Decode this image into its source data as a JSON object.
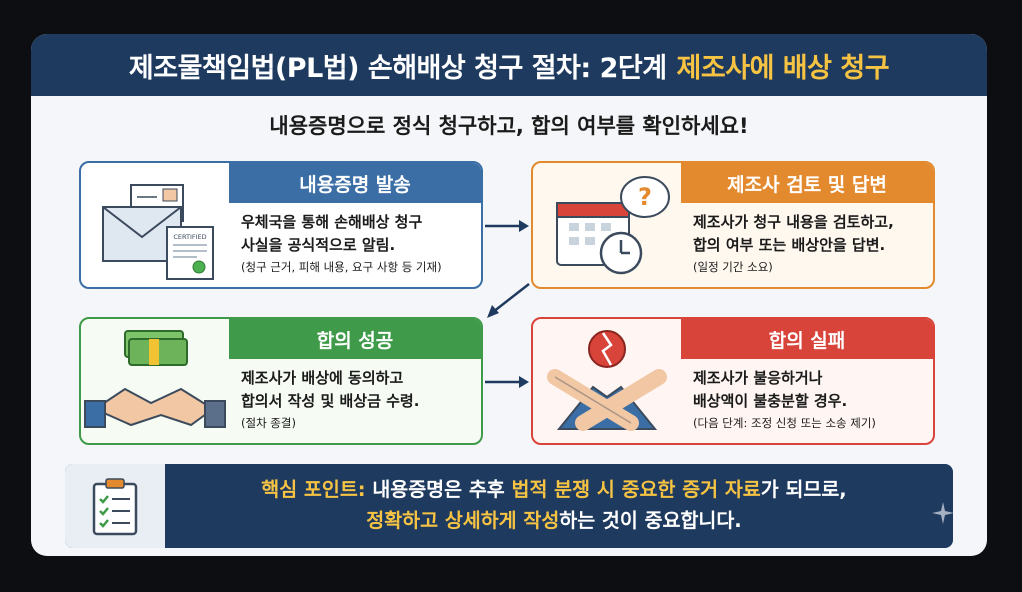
{
  "title": {
    "main": "제조물책임법(PL법) 손해배상 청구 절차: 2단계",
    "highlight": "제조사에 배상 청구"
  },
  "subtitle": "내용증명으로 정식 청구하고, 합의 여부를 확인하세요!",
  "steps": [
    {
      "heading": "내용증명 발송",
      "line1": "우체국을 통해 손해배상 청구",
      "line2": "사실을 공식적으로 알림.",
      "note": "(청구 근거, 피해 내용, 요구 사항 등 기재)",
      "certified_label": "CERTIFIED",
      "color": "#3a6ea5",
      "icon": "envelope-certified-icon"
    },
    {
      "heading": "제조사 검토 및 답변",
      "line1": "제조사가 청구 내용을 검토하고,",
      "line2": "합의 여부 또는 배상안을 답변.",
      "note": "(일정 기간 소요)",
      "color": "#e38a2e",
      "icon": "calendar-clock-icon"
    },
    {
      "heading": "합의 성공",
      "line1": "제조사가 배상에 동의하고",
      "line2": "합의서 작성 및 배상금 수령.",
      "note": "(절차 종결)",
      "color": "#3f9a49",
      "icon": "handshake-money-icon"
    },
    {
      "heading": "합의 실패",
      "line1": "제조사가 불응하거나",
      "line2": "배상액이 불충분할 경우.",
      "note": "(다음 단계: 조정 신청 또는 소송 제기)",
      "color": "#d9443a",
      "icon": "crossed-arms-icon"
    }
  ],
  "key_point": {
    "label": "핵심 포인트:",
    "part1": " 내용증명은 추후 ",
    "emph1": "법적 분쟁 시 중요한 증거 자료",
    "part2": "가 되므로,",
    "emph2": "정확하고 상세하게 작성",
    "part3": "하는 것이 중요합니다.",
    "icon": "checklist-clipboard-icon",
    "highlight_color": "#f6c343"
  }
}
